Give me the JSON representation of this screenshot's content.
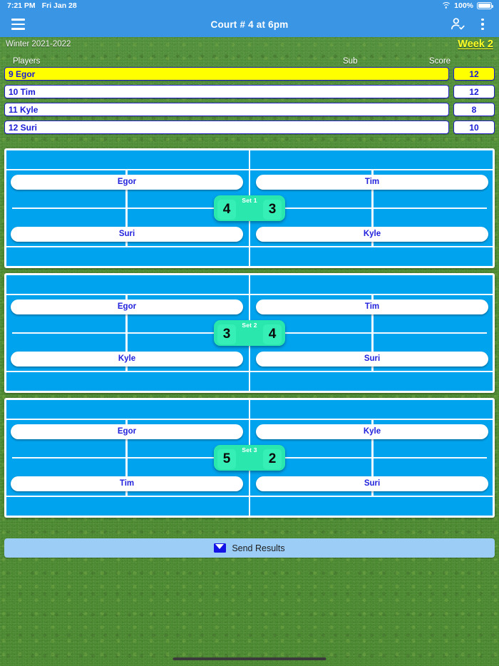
{
  "status_bar": {
    "time": "7:21 PM",
    "date": "Fri Jan 28",
    "wifi_icon": "wifi-icon",
    "battery_percent": "100%",
    "battery_icon": "battery-icon"
  },
  "app_bar": {
    "menu_icon": "hamburger-menu-icon",
    "title": "Court # 4 at 6pm",
    "attendance_icon": "person-check-icon",
    "overflow_icon": "more-vertical-icon",
    "background_color": "#3b95e5"
  },
  "season": {
    "label": "Winter 2021-2022",
    "week": "Week 2",
    "week_color": "#ffff26"
  },
  "columns": {
    "players": "Players",
    "sub": "Sub",
    "score": "Score"
  },
  "players": [
    {
      "name": "9 Egor",
      "sub": "",
      "score": "12",
      "highlighted": true
    },
    {
      "name": "10 Tim",
      "sub": "",
      "score": "12",
      "highlighted": false
    },
    {
      "name": "11 Kyle",
      "sub": "",
      "score": "8",
      "highlighted": false
    },
    {
      "name": "12 Suri",
      "sub": "",
      "score": "10",
      "highlighted": false
    }
  ],
  "courts": [
    {
      "set_label": "Set 1",
      "top_left": "Egor",
      "top_right": "Tim",
      "bottom_left": "Suri",
      "bottom_right": "Kyle",
      "score_left": "4",
      "score_right": "3"
    },
    {
      "set_label": "Set 2",
      "top_left": "Egor",
      "top_right": "Tim",
      "bottom_left": "Kyle",
      "bottom_right": "Suri",
      "score_left": "3",
      "score_right": "4"
    },
    {
      "set_label": "Set 3",
      "top_left": "Egor",
      "top_right": "Kyle",
      "bottom_left": "Tim",
      "bottom_right": "Suri",
      "score_left": "5",
      "score_right": "2"
    }
  ],
  "send_results": {
    "label": "Send Results",
    "icon": "envelope-icon",
    "background_color": "#9ccdf6"
  },
  "theme": {
    "grass_green": "#4d8f2e",
    "court_blue": "#00a3ee",
    "highlight_yellow": "#ffff00",
    "name_blue": "#2222dd",
    "set_badge_green": "#2ae8ad"
  }
}
